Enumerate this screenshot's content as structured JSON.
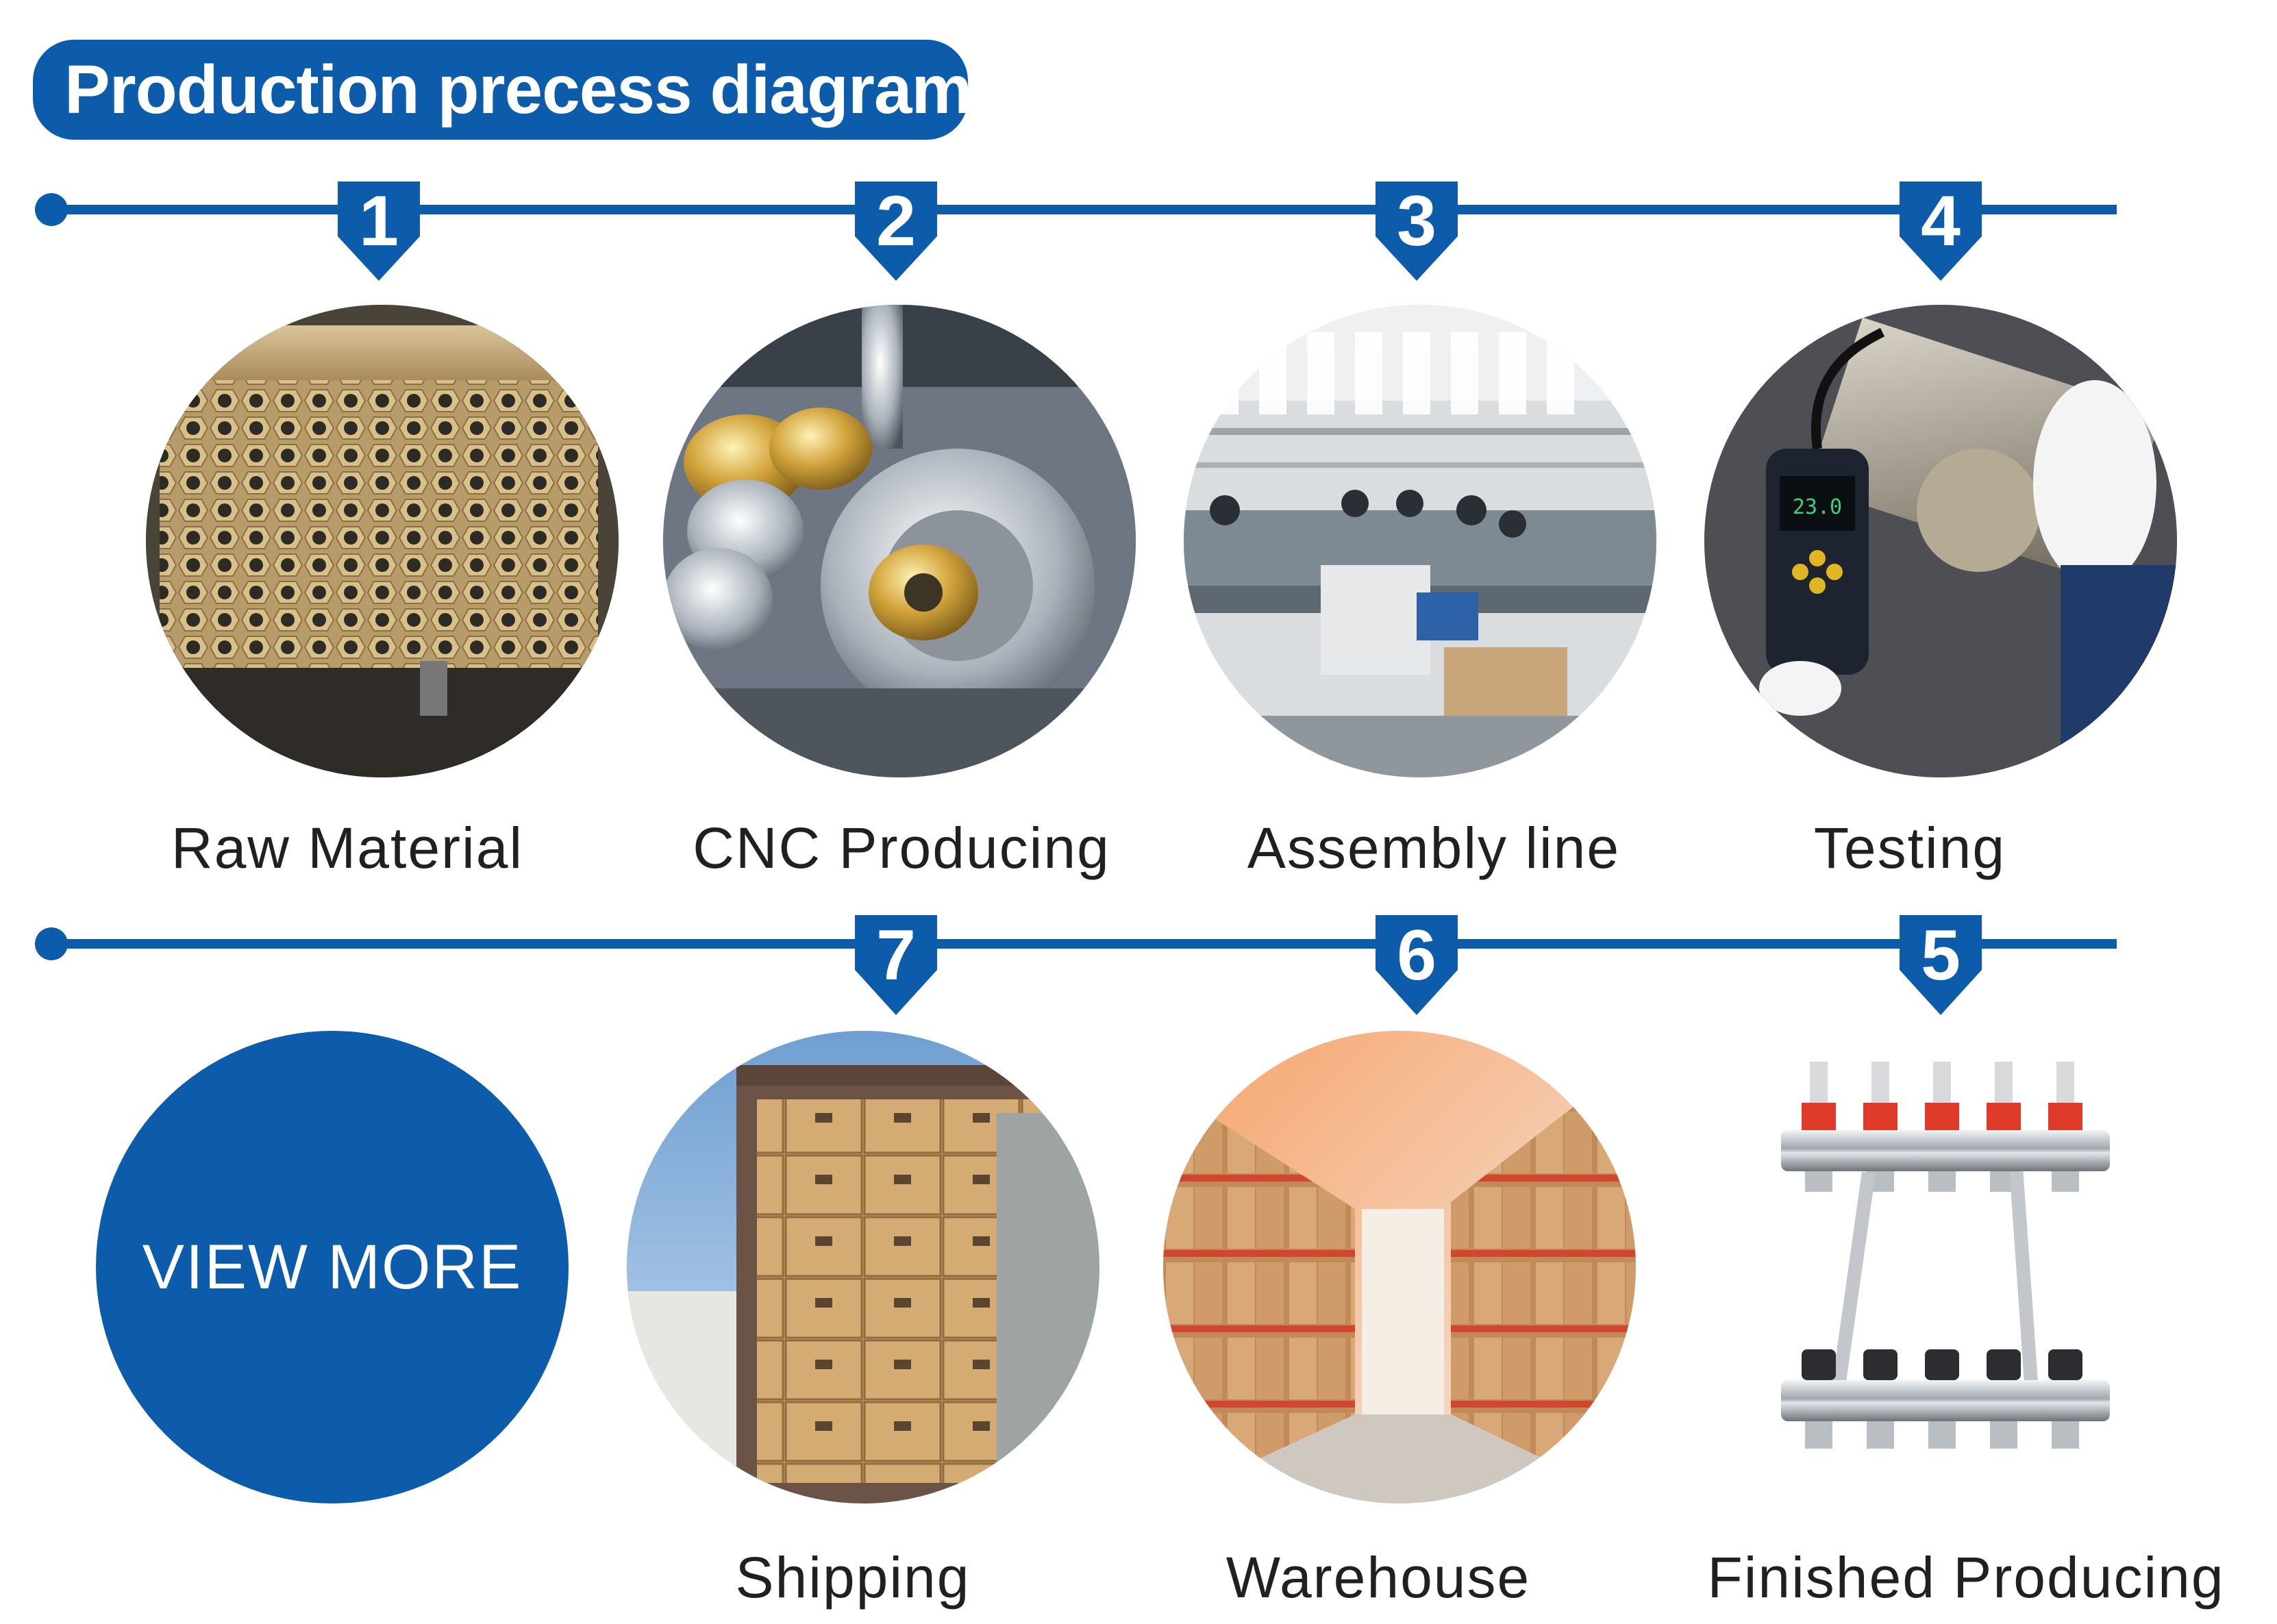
{
  "title": "Production precess diagram",
  "colors": {
    "brand_blue": "#0d5cab",
    "text": "#231f20"
  },
  "row1": [
    {
      "step": "1",
      "label": "Raw Material"
    },
    {
      "step": "2",
      "label": "CNC Producing"
    },
    {
      "step": "3",
      "label": "Assembly line"
    },
    {
      "step": "4",
      "label": "Testing"
    }
  ],
  "row2": [
    {
      "step": "7",
      "label": "Shipping"
    },
    {
      "step": "6",
      "label": "Warehouse"
    },
    {
      "step": "5",
      "label": "Finished Producing"
    }
  ],
  "view_more": "VIEW MORE"
}
